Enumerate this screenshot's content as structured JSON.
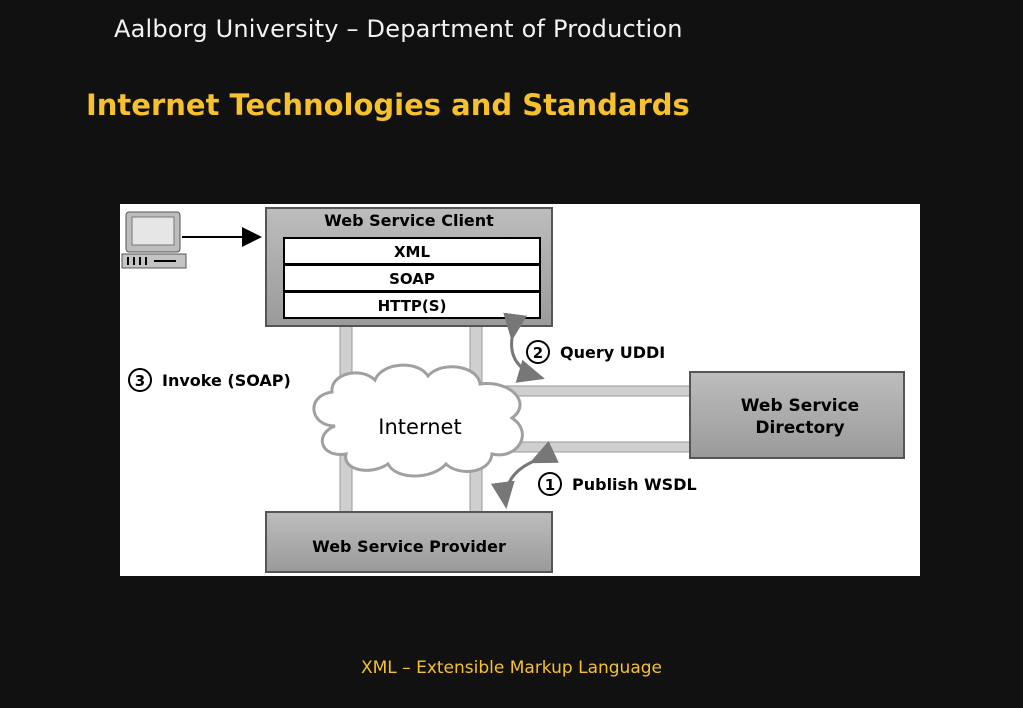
{
  "slide": {
    "header": "Aalborg University – Department of Production",
    "title": "Internet Technologies and Standards",
    "footer": "XML – Extensible Markup Language"
  },
  "diagram": {
    "client": {
      "title": "Web Service Client",
      "layers": [
        "XML",
        "SOAP",
        "HTTP(S)"
      ]
    },
    "internet": "Internet",
    "directory": {
      "line1": "Web Service",
      "line2": "Directory"
    },
    "provider": "Web Service Provider",
    "steps": [
      {
        "num": "3",
        "label": "Invoke (SOAP)"
      },
      {
        "num": "2",
        "label": "Query UDDI"
      },
      {
        "num": "1",
        "label": "Publish WSDL"
      }
    ]
  },
  "colors": {
    "background": "#111111",
    "title": "#f6c12a",
    "header": "#f2f2f2",
    "box": "#a8a8a8",
    "connector": "#c8c8c8"
  }
}
